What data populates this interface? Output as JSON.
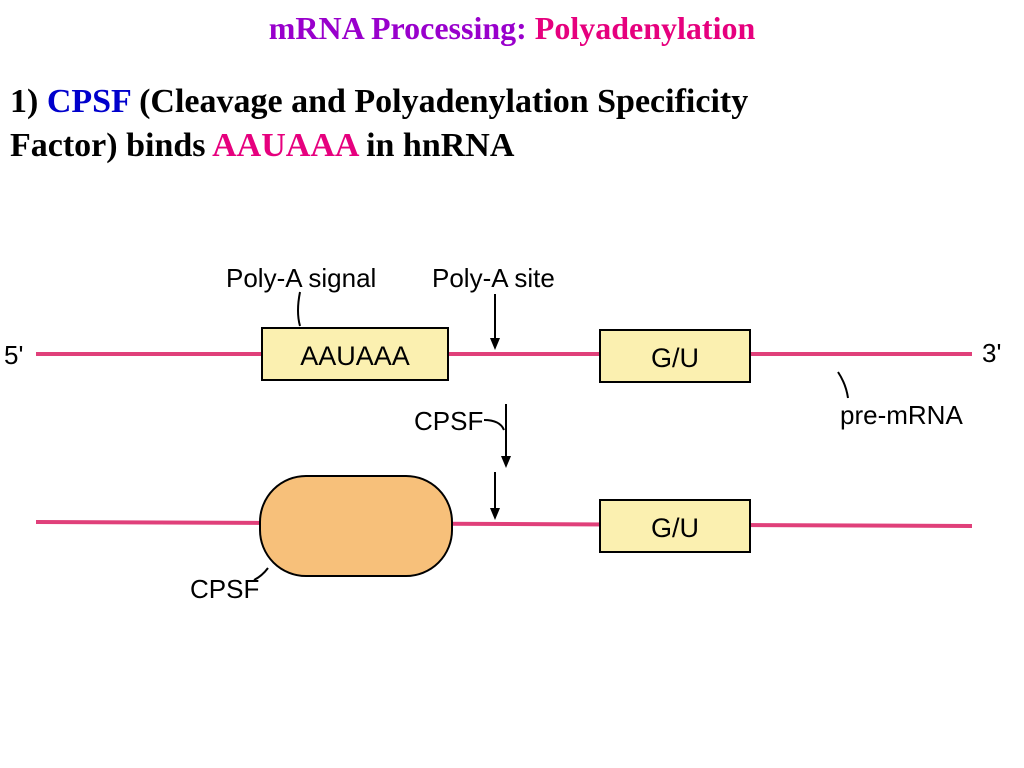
{
  "title": {
    "part1": "mRNA Processing:",
    "part2": "Polyadenylation"
  },
  "step": {
    "number": "1)",
    "factor": "CPSF",
    "desc1": "(Cleavage and Polyadenylation Specificity",
    "desc2": "Factor) binds",
    "signal": "AAUAAA",
    "desc3": "in hnRNA"
  },
  "diagram": {
    "polya_signal_label": "Poly-A signal",
    "polya_site_label": "Poly-A site",
    "five_prime": "5'",
    "three_prime": "3'",
    "signal_box": "AAUAAA",
    "gu_box_top": "G/U",
    "gu_box_bottom": "G/U",
    "premrna_label": "pre-mRNA",
    "cpsf_top_label": "CPSF",
    "cpsf_bottom_label": "CPSF"
  },
  "colors": {
    "rna_line": "#e0407a",
    "box_fill": "#fbf0b0",
    "cpsf_fill": "#f7c07a",
    "title_purple": "#9900cc",
    "title_pink": "#e6007e",
    "factor_blue": "#0000cc"
  }
}
